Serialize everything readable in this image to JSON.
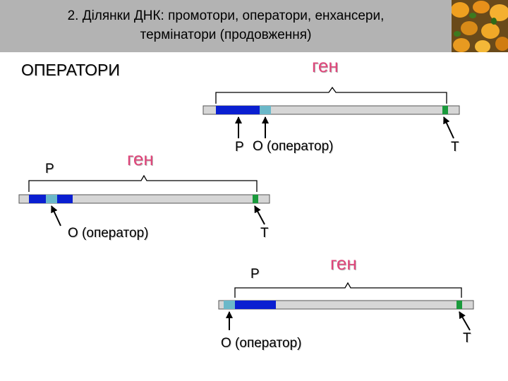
{
  "header": {
    "title_line1": "2. Ділянки ДНК: промотори, оператори, енхансери,",
    "title_line2": "термінатори (продовження)"
  },
  "section_title": "ОПЕРАТОРИ",
  "diagram_top": {
    "gene_label": "ген",
    "promoter_label": "P",
    "operator_label": "O (оператор)",
    "terminator_label": "T"
  },
  "diagram_left": {
    "gene_label": "ген",
    "promoter_label": "P",
    "operator_label": "O (оператор)",
    "terminator_label": "T"
  },
  "diagram_bottom": {
    "gene_label": "ген",
    "promoter_label": "P",
    "operator_label": "O (оператор)",
    "terminator_label": "T"
  },
  "colors": {
    "header_bg": "#b3b3b3",
    "promoter": "#0a1fd1",
    "operator": "#6bb8c9",
    "terminator": "#1a9a3c",
    "strand": "#d6d6d6",
    "gene_text": "#e0457a"
  }
}
